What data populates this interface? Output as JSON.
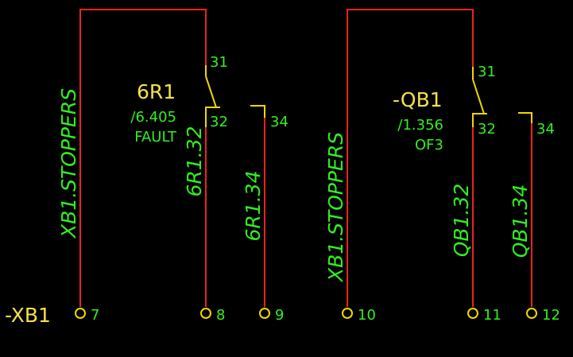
{
  "colors": {
    "background": "#000000",
    "wire": "#e8231e",
    "symbol": "#f0d800",
    "text_green": "#33ee22",
    "text_yellow": "#f4e24a"
  },
  "terminal_strip": {
    "label": "-XB1"
  },
  "terminals": [
    "7",
    "8",
    "9",
    "10",
    "11",
    "12"
  ],
  "left_group": {
    "device": "6R1",
    "ref": "/6.405",
    "desc": "FAULT",
    "pins": {
      "common": "31",
      "nc": "32",
      "no": "34"
    },
    "nets": {
      "supply": "XB1.STOPPERS",
      "nc": "6R1.32",
      "no": "6R1.34"
    }
  },
  "right_group": {
    "device": "-QB1",
    "ref": "/1.356",
    "desc": "OF3",
    "pins": {
      "common": "31",
      "nc": "32",
      "no": "34"
    },
    "nets": {
      "supply": "XB1.STOPPERS",
      "nc": "QB1.32",
      "no": "QB1.34"
    }
  }
}
